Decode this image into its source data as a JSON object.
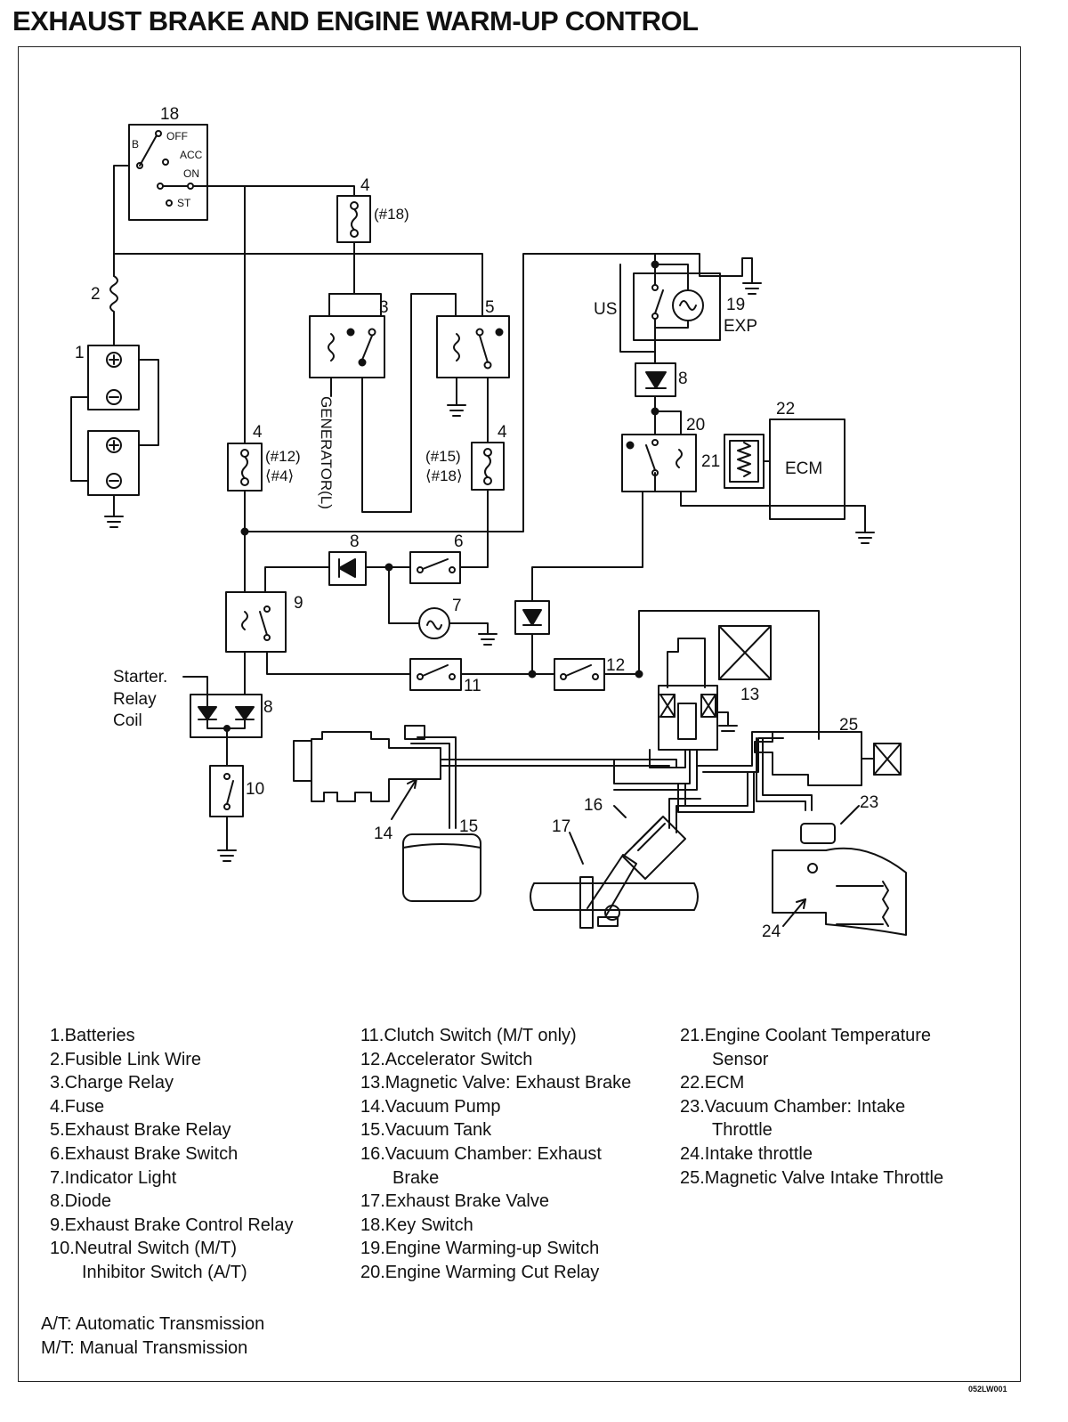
{
  "title": "EXHAUST BRAKE AND ENGINE WARM-UP CONTROL",
  "code": "052LW001",
  "labels": {
    "n1": "1",
    "n2": "2",
    "n3": "3",
    "n4a": "4",
    "n4b": "4",
    "n4c": "4",
    "n5": "5",
    "n6": "6",
    "n7": "7",
    "n8a": "8",
    "n8b": "8",
    "n8c": "8",
    "n9": "9",
    "n10": "10",
    "n11": "11",
    "n12": "12",
    "n13": "13",
    "n14": "14",
    "n15": "15",
    "n16": "16",
    "n17": "17",
    "n18": "18",
    "n19": "19",
    "n20": "20",
    "n21": "21",
    "n22": "22",
    "n23": "23",
    "n24": "24",
    "n25": "25",
    "fuse18": "(#18)",
    "fuse12": "(#12)",
    "fuse4": "⟨#4⟩",
    "fuse15": "(#15)",
    "fuse18b": "⟨#18⟩",
    "generator": "GENERATOR(L)",
    "ecm": "ECM",
    "us": "US",
    "exp": "EXP",
    "sw_off": "OFF",
    "sw_acc": "ACC",
    "sw_on": "ON",
    "sw_st": "ST",
    "sw_b": "B",
    "starter1": "Starter.",
    "starter2": "Relay",
    "starter3": "Coil"
  },
  "legend": {
    "col1": [
      "1.Batteries",
      "2.Fusible Link Wire",
      "3.Charge Relay",
      "4.Fuse",
      "5.Exhaust Brake Relay",
      "6.Exhaust Brake Switch",
      "7.Indicator Light",
      "8.Diode",
      "9.Exhaust Brake Control Relay",
      "10.Neutral Switch (M/T)"
    ],
    "col1_cont": "Inhibitor Switch (A/T)",
    "col2": [
      "11.Clutch Switch (M/T only)",
      "12.Accelerator Switch",
      "13.Magnetic Valve: Exhaust Brake",
      "14.Vacuum Pump",
      "15.Vacuum Tank",
      "16.Vacuum Chamber: Exhaust"
    ],
    "col2_cont": "Brake",
    "col2b": [
      "17.Exhaust Brake Valve",
      "18.Key Switch",
      "19.Engine Warming-up Switch",
      "20.Engine Warming Cut Relay"
    ],
    "col3a": "21.Engine Coolant Temperature",
    "col3a_cont": "Sensor",
    "col3b": [
      "22.ECM",
      "23.Vacuum Chamber: Intake"
    ],
    "col3b_cont": "Throttle",
    "col3c": [
      "24.Intake throttle",
      "25.Magnetic Valve Intake Throttle"
    ],
    "abbr": [
      "A/T:  Automatic Transmission",
      "M/T:  Manual Transmission"
    ]
  }
}
